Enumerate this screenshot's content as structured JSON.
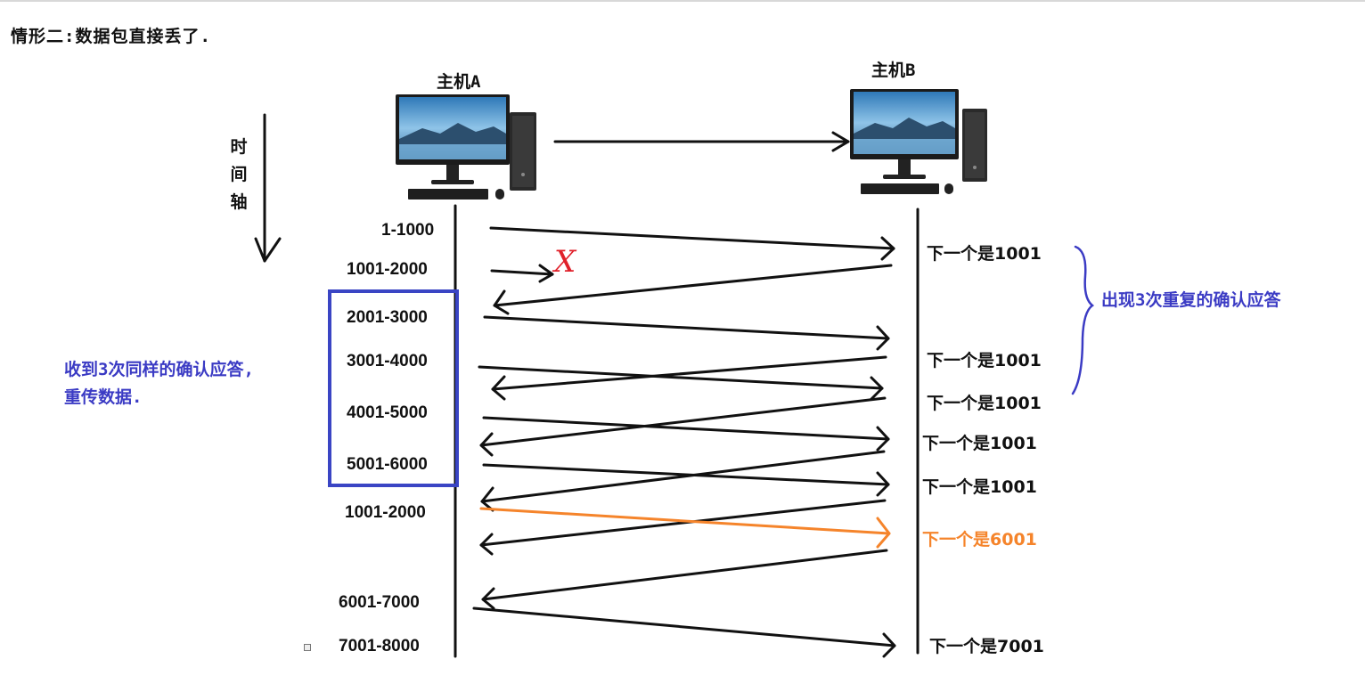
{
  "title": "情形二:数据包直接丢了.",
  "hosts": {
    "a": "主机A",
    "b": "主机B"
  },
  "time_axis": [
    "时",
    "间",
    "轴"
  ],
  "sequences": [
    "1-1000",
    "1001-2000",
    "2001-3000",
    "3001-4000",
    "4001-5000",
    "5001-6000",
    "1001-2000",
    "6001-7000",
    "7001-8000"
  ],
  "acks": [
    "下一个是1001",
    "下一个是1001",
    "下一个是1001",
    "下一个是1001",
    "下一个是1001",
    "下一个是6001",
    "下一个是7001"
  ],
  "lost_mark": "X",
  "notes": {
    "left_line1": "收到3次同样的确认应答,",
    "left_line2": "重传数据.",
    "right": "出现3次重复的确认应答"
  },
  "colors": {
    "ink": "#111111",
    "note_blue": "#3b3bc4",
    "box_blue": "#3a45c4",
    "lost_red": "#e0202a",
    "retransmit_orange": "#f5842b"
  },
  "icons": [
    "desktop-computer-icon",
    "desktop-computer-icon"
  ]
}
